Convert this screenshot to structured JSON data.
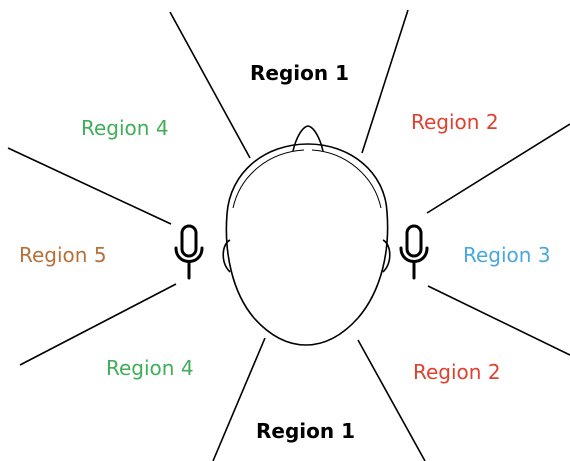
{
  "colors": {
    "line": "#000000",
    "region1": "#000000",
    "region2": "#e0412f",
    "region3": "#4aa8dc",
    "region4": "#3fae56",
    "region5": "#b8703a"
  },
  "icons": {
    "left_mic": "microphone-icon",
    "right_mic": "microphone-icon",
    "head": "head-top-view"
  },
  "labels": {
    "region1_top": "Region 1",
    "region1_bottom": "Region 1",
    "region2_top": "Region 2",
    "region2_bottom": "Region 2",
    "region3": "Region 3",
    "region4_top": "Region 4",
    "region4_bottom": "Region 4",
    "region5": "Region 5"
  }
}
